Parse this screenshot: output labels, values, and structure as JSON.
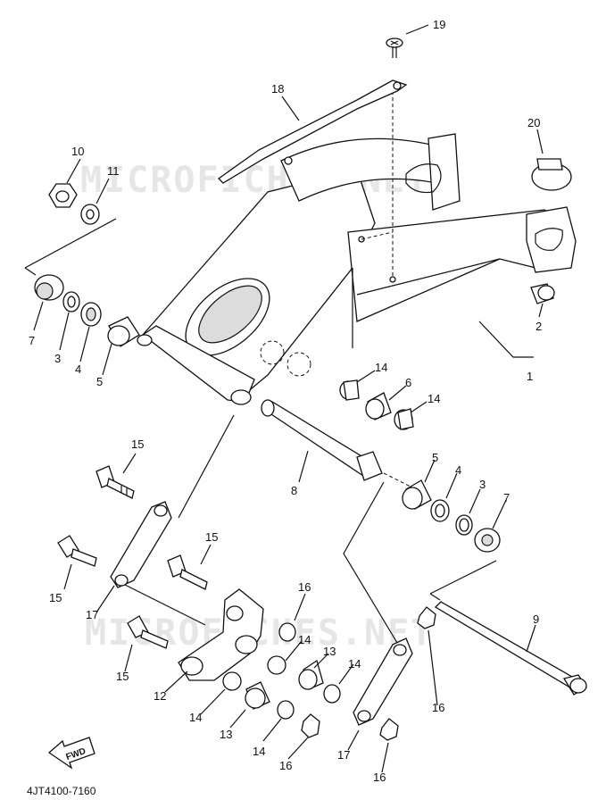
{
  "diagram": {
    "part_number": "4JT4100-7160",
    "fwd_label": "FWD",
    "watermark": "MICROFICHES.NET",
    "callouts": [
      {
        "id": "c19",
        "text": "19"
      },
      {
        "id": "c18",
        "text": "18"
      },
      {
        "id": "c20",
        "text": "20"
      },
      {
        "id": "c10",
        "text": "10"
      },
      {
        "id": "c11",
        "text": "11"
      },
      {
        "id": "c7a",
        "text": "7"
      },
      {
        "id": "c3a",
        "text": "3"
      },
      {
        "id": "c4a",
        "text": "4"
      },
      {
        "id": "c5a",
        "text": "5"
      },
      {
        "id": "c2",
        "text": "2"
      },
      {
        "id": "c1",
        "text": "1"
      },
      {
        "id": "c14a",
        "text": "14"
      },
      {
        "id": "c6",
        "text": "6"
      },
      {
        "id": "c14b",
        "text": "14"
      },
      {
        "id": "c15a",
        "text": "15"
      },
      {
        "id": "c8",
        "text": "8"
      },
      {
        "id": "c5b",
        "text": "5"
      },
      {
        "id": "c4b",
        "text": "4"
      },
      {
        "id": "c3b",
        "text": "3"
      },
      {
        "id": "c7b",
        "text": "7"
      },
      {
        "id": "c15b",
        "text": "15"
      },
      {
        "id": "c15c",
        "text": "15"
      },
      {
        "id": "c16a",
        "text": "16"
      },
      {
        "id": "c17a",
        "text": "17"
      },
      {
        "id": "c9",
        "text": "9"
      },
      {
        "id": "c14c",
        "text": "14"
      },
      {
        "id": "c13a",
        "text": "13"
      },
      {
        "id": "c14d",
        "text": "14"
      },
      {
        "id": "c15d",
        "text": "15"
      },
      {
        "id": "c12",
        "text": "12"
      },
      {
        "id": "c16b",
        "text": "16"
      },
      {
        "id": "c14e",
        "text": "14"
      },
      {
        "id": "c13b",
        "text": "13"
      },
      {
        "id": "c14f",
        "text": "14"
      },
      {
        "id": "c16c",
        "text": "16"
      },
      {
        "id": "c17b",
        "text": "17"
      },
      {
        "id": "c16d",
        "text": "16"
      }
    ]
  }
}
